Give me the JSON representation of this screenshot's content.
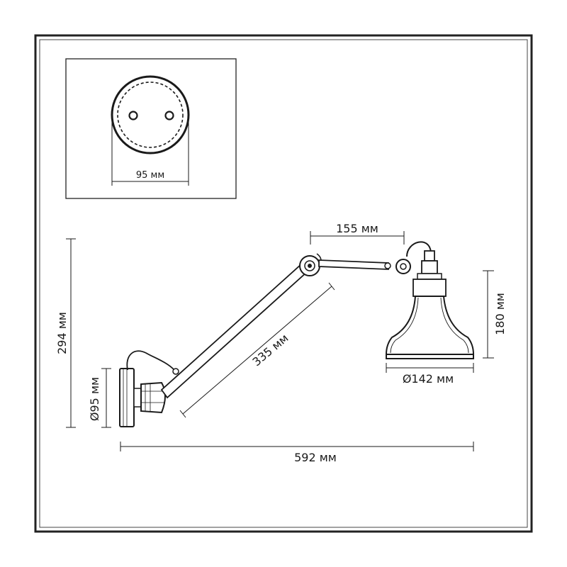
{
  "dimensions": {
    "plate_diameter": "95 мм",
    "upper_arm_length": "155 мм",
    "lower_arm_length": "335 мм",
    "shade_height": "180 мм",
    "shade_diameter": "Ø142 мм",
    "total_height": "294 мм",
    "base_diameter": "Ø95 мм",
    "total_length": "592 мм"
  },
  "colors": {
    "ink": "#1a1a1a",
    "frame": "#222222"
  }
}
